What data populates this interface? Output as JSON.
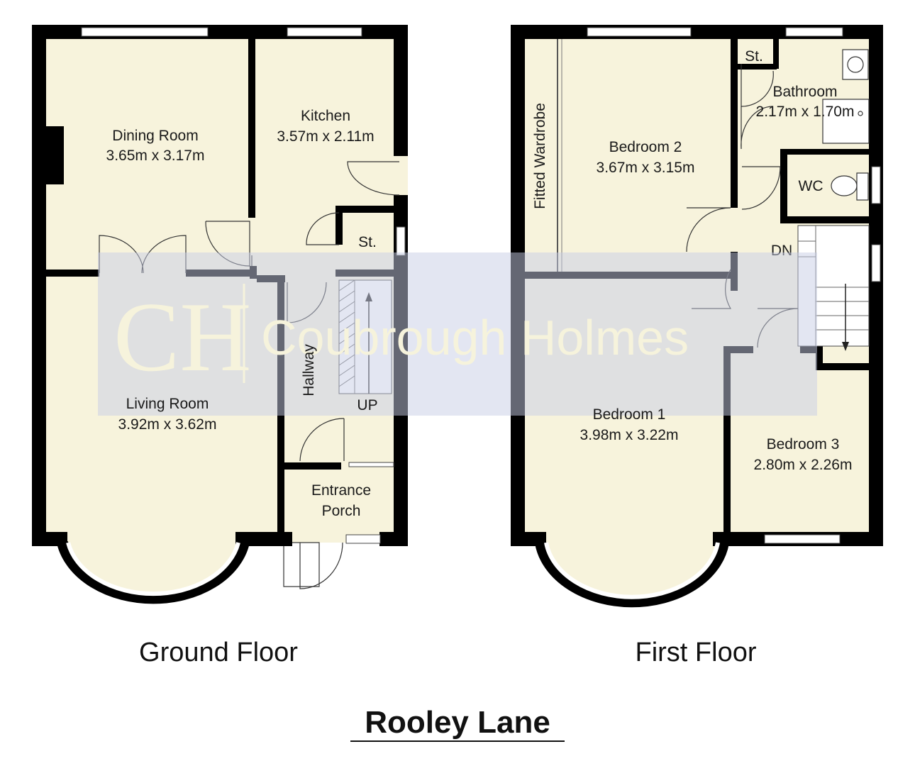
{
  "title": "Rooley Lane",
  "watermark": {
    "logo_text": "CH",
    "brand_text": "Coubrough Holmes"
  },
  "colors": {
    "floor": "#f7f3dc",
    "wall": "#000000",
    "watermark_band": "#c8cde6",
    "glass": "#ffffff"
  },
  "ground_floor": {
    "label": "Ground Floor",
    "rooms": {
      "dining": {
        "name": "Dining Room",
        "size": "3.65m x 3.17m"
      },
      "kitchen": {
        "name": "Kitchen",
        "size": "3.57m x 2.11m"
      },
      "living": {
        "name": "Living Room",
        "size": "3.92m x 3.62m"
      },
      "store": {
        "name": "St."
      },
      "hallway": {
        "name": "Hallway"
      },
      "porch": {
        "name_line1": "Entrance",
        "name_line2": "Porch"
      }
    },
    "stairs_label": "UP"
  },
  "first_floor": {
    "label": "First Floor",
    "rooms": {
      "bedroom2": {
        "name": "Bedroom 2",
        "size": "3.67m x 3.15m"
      },
      "wardrobe": {
        "name": "Fitted Wardrobe"
      },
      "store": {
        "name": "St."
      },
      "bathroom": {
        "name": "Bathroom",
        "size": "2.17m x 1.70m"
      },
      "wc": {
        "name": "WC"
      },
      "bedroom1": {
        "name": "Bedroom 1",
        "size": "3.98m x 3.22m"
      },
      "bedroom3": {
        "name": "Bedroom 3",
        "size": "2.80m x 2.26m"
      }
    },
    "stairs_label": "DN"
  }
}
